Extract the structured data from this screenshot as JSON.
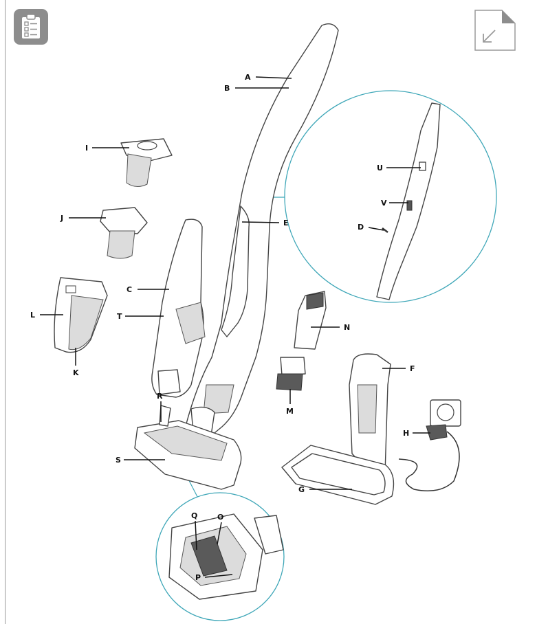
{
  "colors": {
    "accent": "#3fa7b8",
    "badge": "#8d8d8d",
    "outline": "#444444"
  },
  "icons": {
    "checklist": "checklist-icon",
    "corner": "fold-arrow-icon"
  },
  "labels": {
    "A": "A",
    "B": "B",
    "C": "C",
    "D": "D",
    "E": "E",
    "F": "F",
    "G": "G",
    "H": "H",
    "I": "I",
    "J": "J",
    "K": "K",
    "L": "L",
    "M": "M",
    "N": "N",
    "O": "O",
    "P": "P",
    "Q": "Q",
    "R": "R",
    "S": "S",
    "T": "T",
    "U": "U",
    "V": "V"
  }
}
